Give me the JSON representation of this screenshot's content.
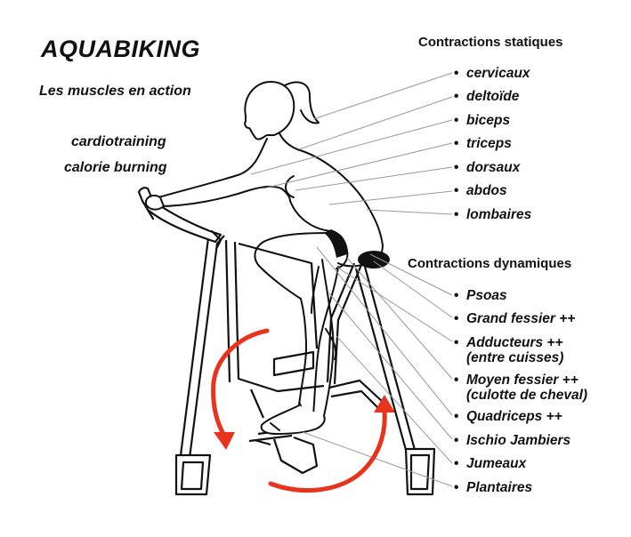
{
  "title": "AQUABIKING",
  "subtitle": "Les muscles en action",
  "tags": [
    "cardiotraining",
    "calorie burning"
  ],
  "static_section": {
    "heading": "Contractions statiques",
    "items": [
      "cervicaux",
      "deltoïde",
      "biceps",
      "triceps",
      "dorsaux",
      "abdos",
      "lombaires"
    ]
  },
  "dynamic_section": {
    "heading": "Contractions dynamiques",
    "items": [
      {
        "line1": "Psoas"
      },
      {
        "line1": "Grand fessier ++"
      },
      {
        "line1": "Adducteurs ++",
        "line2": "(entre cuisses)"
      },
      {
        "line1": "Moyen fessier ++",
        "line2": "(culotte de cheval)"
      },
      {
        "line1": "Quadriceps ++"
      },
      {
        "line1": "Ischio Jambiers"
      },
      {
        "line1": "Jumeaux"
      },
      {
        "line1": "Plantaires"
      }
    ]
  },
  "bullet": "•",
  "colors": {
    "arrow": "#e8341c",
    "line": "#111111",
    "leader": "#999999"
  }
}
